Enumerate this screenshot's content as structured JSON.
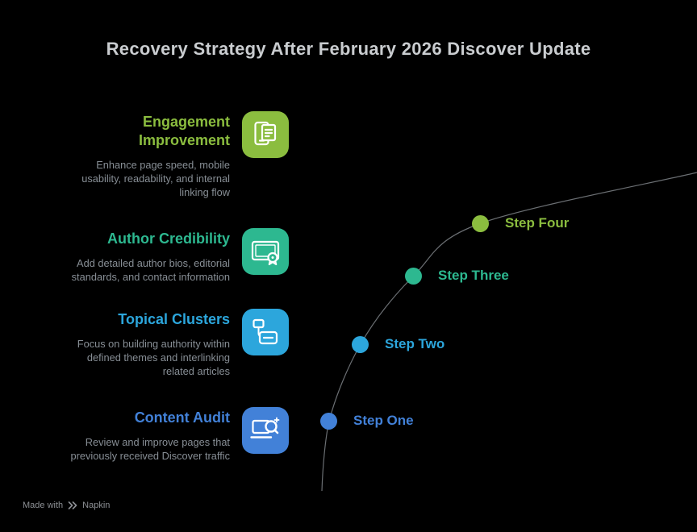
{
  "title": "Recovery Strategy After February 2026 Discover Update",
  "colors": {
    "background": "#000000",
    "title_text": "#c9cccf",
    "description_text": "#878e95",
    "curve": "#6b6f73",
    "icon_glyph": "#ffffff",
    "footer_text": "#8d9095"
  },
  "items": [
    {
      "icon": "phone-content-icon",
      "color": "#8bbd3f",
      "heading_lines": [
        "Engagement",
        "Improvement"
      ],
      "desc_lines": [
        "Enhance page speed, mobile",
        "usability, readability, and internal",
        "linking flow"
      ]
    },
    {
      "icon": "certificate-icon",
      "color": "#2db890",
      "heading_lines": [
        "Author Credibility"
      ],
      "desc_lines": [
        "Add detailed author bios, editorial",
        "standards, and contact information"
      ]
    },
    {
      "icon": "cluster-diagram-icon",
      "color": "#2ca6dc",
      "heading_lines": [
        "Topical Clusters"
      ],
      "desc_lines": [
        "Focus on building authority within",
        "defined themes and interlinking",
        "related articles"
      ]
    },
    {
      "icon": "laptop-search-icon",
      "color": "#4281d8",
      "heading_lines": [
        "Content Audit"
      ],
      "desc_lines": [
        "Review and improve pages that",
        "previously received Discover traffic"
      ]
    }
  ],
  "steps": [
    {
      "label": "Step One",
      "color": "#4281d8"
    },
    {
      "label": "Step Two",
      "color": "#2ca6dc"
    },
    {
      "label": "Step Three",
      "color": "#2db890"
    },
    {
      "label": "Step Four",
      "color": "#8bbd3f"
    }
  ],
  "footer": {
    "made_with_label": "Made with",
    "brand": "Napkin"
  }
}
